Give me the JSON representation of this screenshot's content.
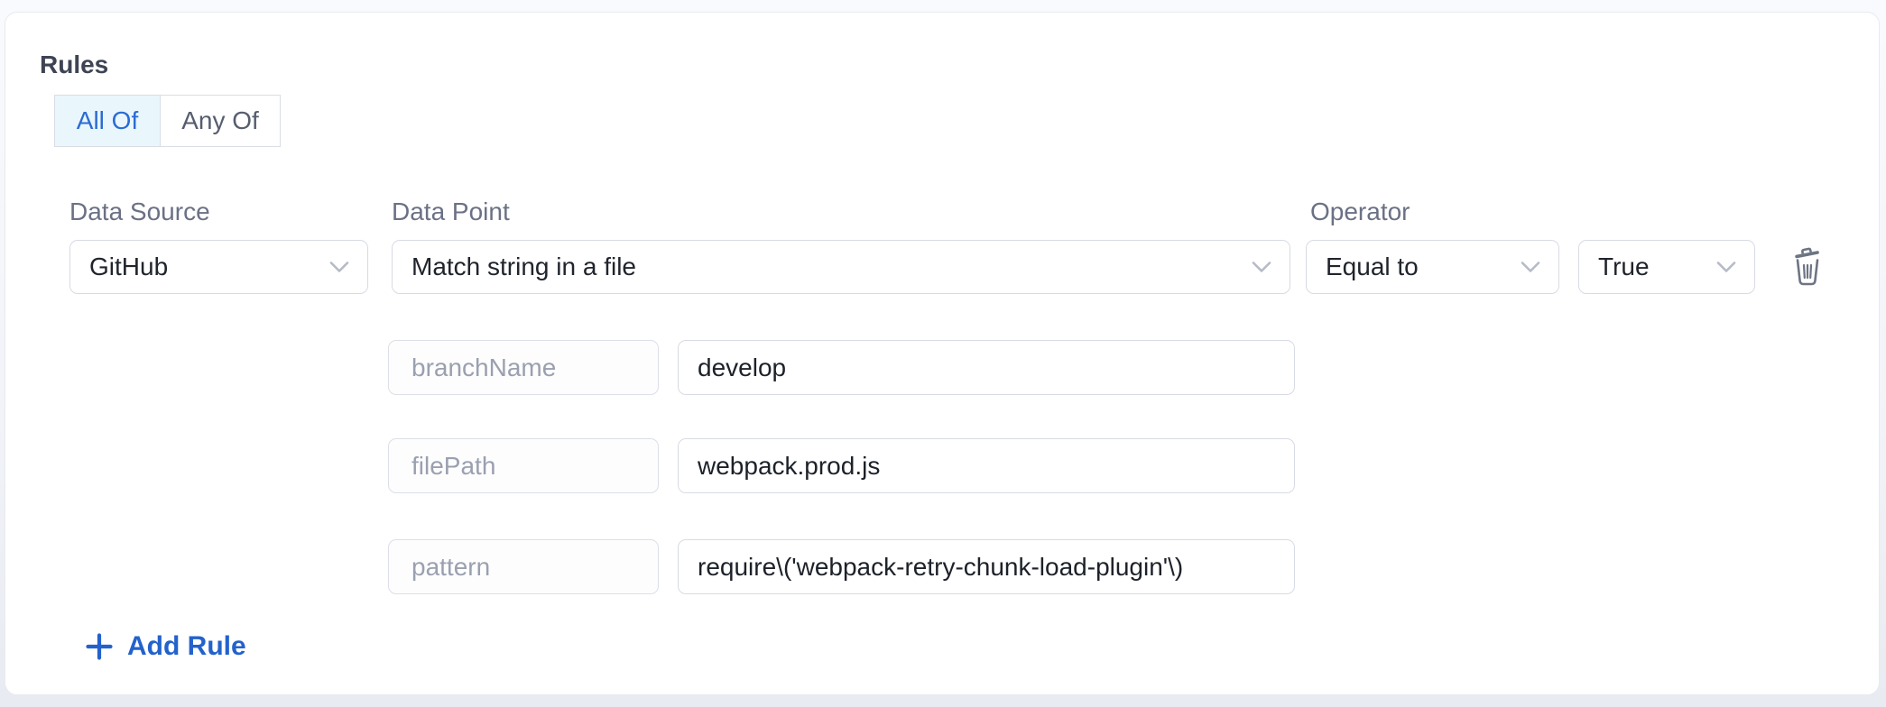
{
  "colors": {
    "accent_blue": "#2a6cd3",
    "selected_toggle_bg": "#e9f6fc",
    "link_blue": "#2362cc",
    "input_border": "#d8dbe4",
    "label_gray": "#6b7185",
    "param_name_gray": "#9aa0af",
    "value_text": "#1d2129",
    "icon_gray": "#6d7484",
    "card_bg": "#ffffff"
  },
  "rules_section": {
    "title": "Rules",
    "match_mode": {
      "options": [
        {
          "label": "All Of",
          "selected": true
        },
        {
          "label": "Any Of",
          "selected": false
        }
      ]
    },
    "rule": {
      "data_source": {
        "label": "Data Source",
        "value": "GitHub"
      },
      "data_point": {
        "label": "Data Point",
        "value": "Match string in a file"
      },
      "operator": {
        "label": "Operator",
        "value": "Equal to"
      },
      "expected": {
        "value": "True"
      },
      "params": [
        {
          "name": "branchName",
          "value": "develop"
        },
        {
          "name": "filePath",
          "value": "webpack.prod.js"
        },
        {
          "name": "pattern",
          "value": "require\\('webpack-retry-chunk-load-plugin'\\)"
        }
      ],
      "delete_icon": "trash-icon"
    },
    "add_rule": {
      "label": "Add Rule",
      "icon": "plus-icon"
    }
  }
}
